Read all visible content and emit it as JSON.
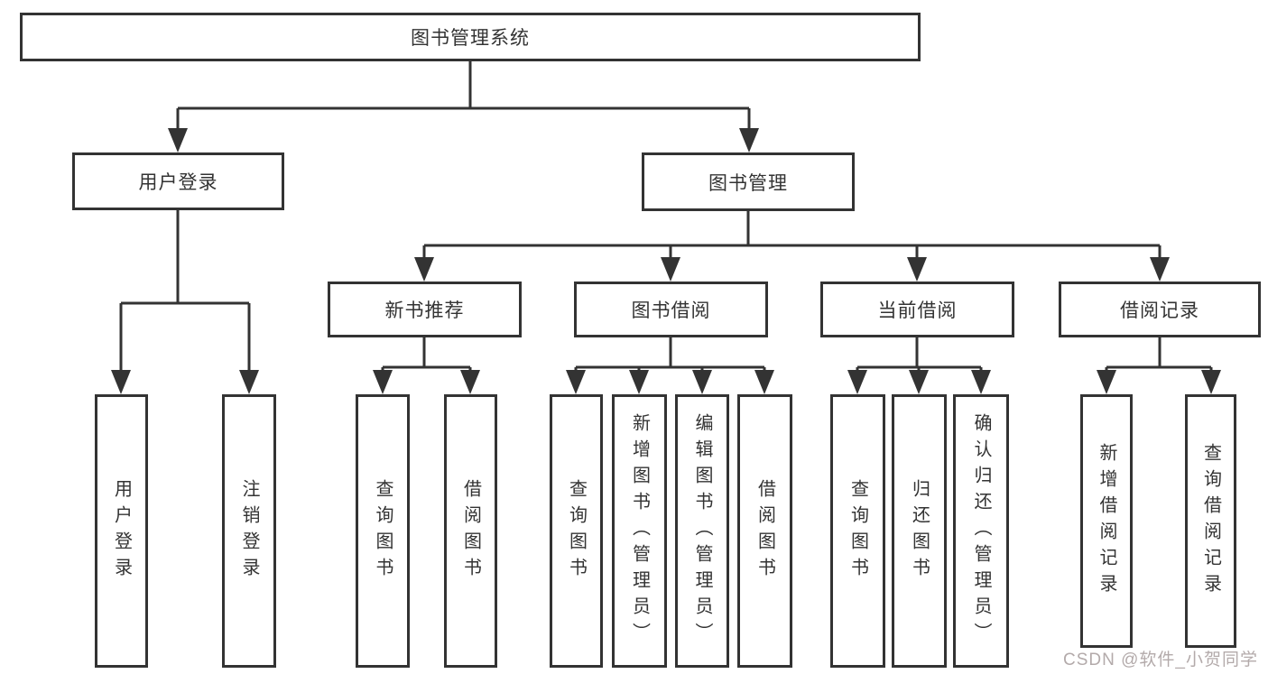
{
  "root": {
    "label": "图书管理系统",
    "children": [
      {
        "label": "用户登录",
        "children": [
          {
            "label": "用户登录"
          },
          {
            "label": "注销登录"
          }
        ]
      },
      {
        "label": "图书管理",
        "children": [
          {
            "label": "新书推荐",
            "children": [
              {
                "label": "查询图书"
              },
              {
                "label": "借阅图书"
              }
            ]
          },
          {
            "label": "图书借阅",
            "children": [
              {
                "label": "查询图书"
              },
              {
                "label": "新增图书（管理员）"
              },
              {
                "label": "编辑图书（管理员）"
              },
              {
                "label": "借阅图书"
              }
            ]
          },
          {
            "label": "当前借阅",
            "children": [
              {
                "label": "查询图书"
              },
              {
                "label": "归还图书"
              },
              {
                "label": "确认归还（管理员）"
              }
            ]
          },
          {
            "label": "借阅记录",
            "children": [
              {
                "label": "新增借阅记录"
              },
              {
                "label": "查询借阅记录"
              }
            ]
          }
        ]
      }
    ]
  },
  "watermark": {
    "text": "CSDN @软件_小贺同学"
  },
  "colors": {
    "line": "#333333",
    "box_border": "#333333",
    "text": "#333333",
    "background": "#ffffff",
    "watermark": "#b3aaaa"
  }
}
